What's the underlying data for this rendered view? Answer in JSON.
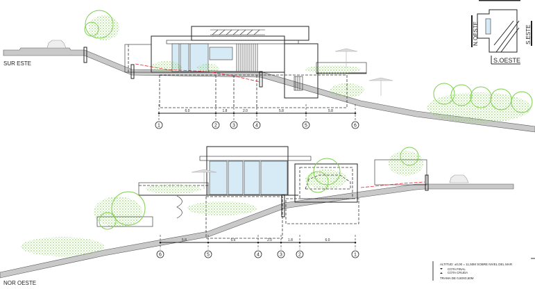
{
  "sections": {
    "top": {
      "label": "SUR ESTE",
      "axis_labels": [
        "1",
        "2",
        "3",
        "4",
        "5",
        "6"
      ],
      "dimensions": [
        "6.0",
        "1.8",
        "2.0",
        "5.8",
        "5.8"
      ]
    },
    "bottom": {
      "label": "NOR OESTE",
      "axis_labels": [
        "6",
        "5",
        "4",
        "3",
        "2",
        "1"
      ],
      "dimensions": [
        "5.8",
        "5.6",
        "2.0",
        "1.8",
        "6.0"
      ]
    }
  },
  "key_plan": {
    "north_west": "N.OESTE",
    "south_east": "S.ESTE",
    "south_west": "S.OESTE"
  },
  "legend": {
    "altitude": "ALTITUD: ±0,00 = 11,50M SOBRE NIVEL DEL MAR",
    "final_level": "COTA FINAL",
    "rough_level": "COTA CRUDA",
    "grid": "TRAMA DE 0,60X0,60M"
  },
  "colors": {
    "vegetation": "#7ccf4a",
    "glass": "#d6ebf5",
    "terrain": "#c9c9c9",
    "natural_ground_line": "#e22233"
  }
}
